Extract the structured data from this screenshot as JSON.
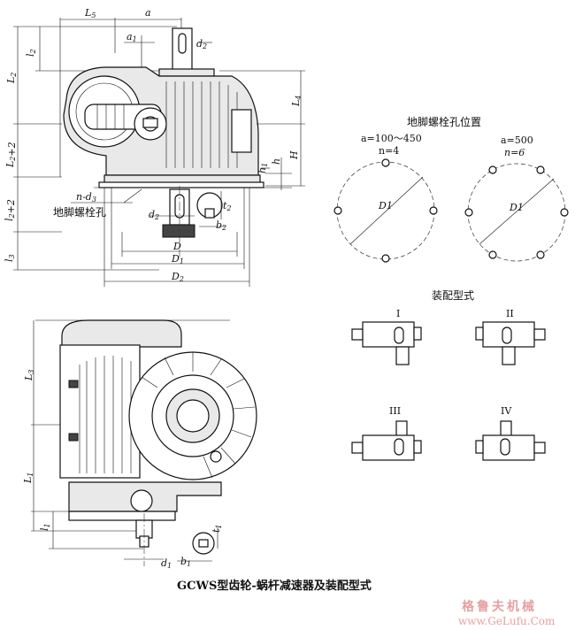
{
  "labels": {
    "L5": "L5",
    "a": "a",
    "a1": "a1",
    "d2": "d2",
    "L2": "L2",
    "L2_plus_2": "L2+2",
    "l2_plus_2": "l2+2",
    "l2": "l2",
    "l3": "l3",
    "L4": "L4",
    "H": "H",
    "h1": "h1",
    "h": "h",
    "n_d3": "n-d3",
    "foot_hole_label": "地脚螺栓孔",
    "d2_lower": "d2",
    "t2": "t2",
    "b2": "b2",
    "D": "D",
    "D1": "D1",
    "D2": "D2",
    "L3": "L3",
    "L1": "L1",
    "l1": "l1",
    "t1": "t1",
    "d1": "d1",
    "b1": "b1"
  },
  "bolt_hole_section": {
    "title": "地脚螺栓孔位置",
    "left": {
      "range": "a=100～450",
      "n": "n=4",
      "dia": "D1"
    },
    "right": {
      "range": "a=500",
      "n": "n=6",
      "dia": "D1"
    }
  },
  "assembly": {
    "title": "装配型式",
    "types": [
      "I",
      "II",
      "III",
      "IV"
    ]
  },
  "caption": "GCWS型齿轮-蜗杆减速器及装配型式",
  "watermark": {
    "cn": "格鲁夫机械",
    "url": "www.GeLufu.Com"
  }
}
